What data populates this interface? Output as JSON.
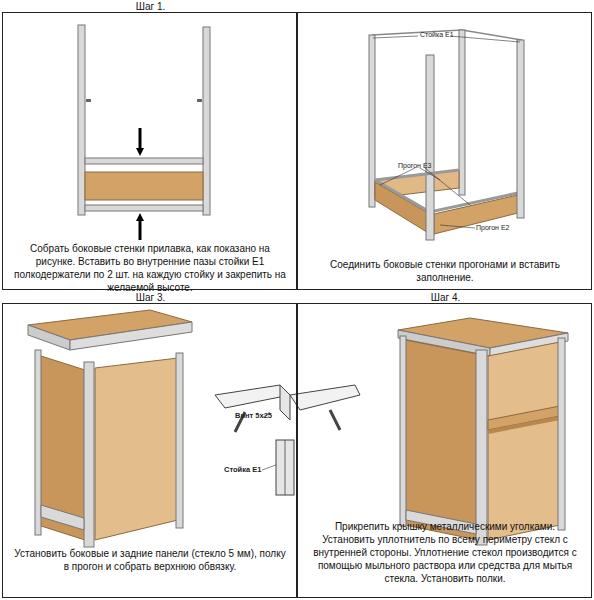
{
  "diagram": {
    "nodes": [
      {
        "text": [
          "Шаг 1.",
          "Собрать боковые стенки прилавка, как показано на рисунке. Вставить во внутренние пазы стойки E1 полкодержатели по 2 шт. на каждую стойку и закрепить на желаемой высоте."
        ]
      },
      {
        "text": [
          "Соединить боковые стенки прогонами и вставить заполнение."
        ]
      },
      {
        "text": [
          "Шаг 3.",
          "Установить боковые и задние панели (стекло 5 мм), полку в прогон и собрать верхнюю обвязку."
        ]
      },
      {
        "text": [
          "Шаг 4.",
          "Прикрепить крышку металлическими уголками. Установить уплотнитель по всему периметру стекл с внутренней стороны. Уплотнение стекол производится с помощью мыльного раствора или средства для мытья стекла. Установить полки."
        ]
      }
    ],
    "labels": [
      "Стойка E1",
      "Прогон E3",
      "Прогон E2",
      "Винт 5х25",
      "Стойка E1"
    ]
  }
}
